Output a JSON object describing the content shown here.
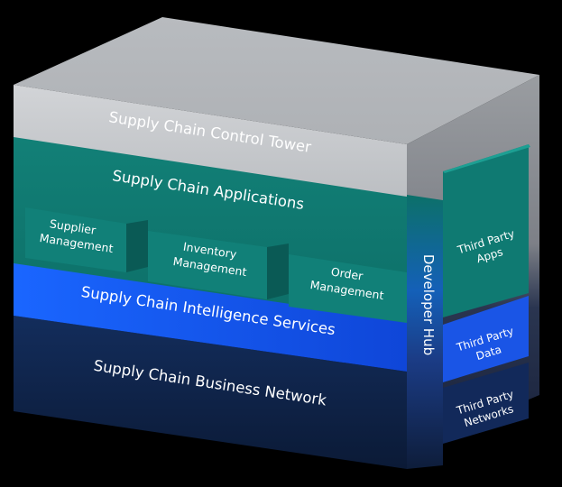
{
  "layers": {
    "control_tower": "Supply Chain Control Tower",
    "applications": "Supply Chain Applications",
    "intelligence": "Supply Chain Intelligence Services",
    "business_network": "Supply Chain Business Network"
  },
  "modules": [
    {
      "line1": "Supplier",
      "line2": "Management"
    },
    {
      "line1": "Inventory",
      "line2": "Management"
    },
    {
      "line1": "Order",
      "line2": "Management"
    }
  ],
  "developer_hub": "Developer Hub",
  "third_party": {
    "apps": {
      "line1": "Third Party",
      "line2": "Apps"
    },
    "data": {
      "line1": "Third Party",
      "line2": "Data"
    },
    "networks": {
      "line1": "Third Party",
      "line2": "Networks"
    }
  },
  "colors": {
    "background": "#000000",
    "control_tower": "#bfc2c6",
    "applications": "#0e7a72",
    "intelligence": "#1a5cf0",
    "business_network": "#10244a",
    "developer_hub": "#1d2a48"
  }
}
